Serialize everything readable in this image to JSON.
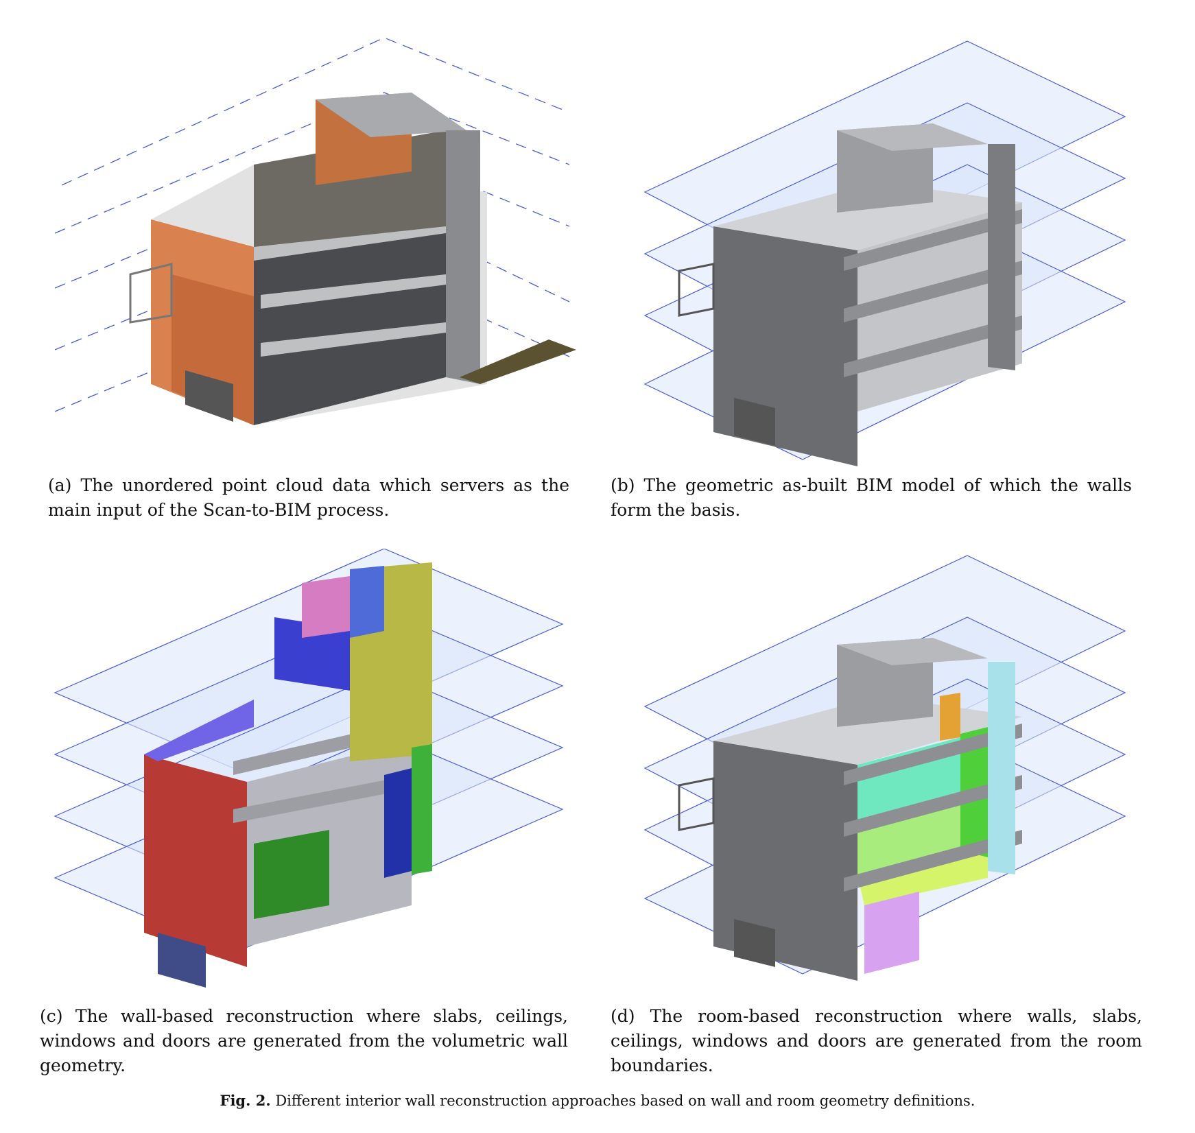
{
  "panels": [
    {
      "id": "a",
      "caption": "(a) The unordered point cloud data which servers as the main input of the Scan-to-BIM process."
    },
    {
      "id": "b",
      "caption": "(b) The geometric as-built BIM model of which the walls form the basis."
    },
    {
      "id": "c",
      "caption": "(c) The wall-based reconstruction where slabs, ceilings, windows and doors are generated from the volumetric wall geometry."
    },
    {
      "id": "d",
      "caption": "(d) The room-based reconstruction where walls, slabs, ceilings, windows and doors are generated from the room boundaries."
    }
  ],
  "figure": {
    "label": "Fig. 2.",
    "caption": "Different interior wall reconstruction approaches based on wall and room geometry definitions."
  },
  "colors": {
    "grid_line": "#4a5bd8",
    "grid_plane": "#dbe6fb",
    "concrete": "#9a9ca3",
    "brick": "#c87a4a",
    "room_cyan": "#6fe8c0",
    "room_green": "#a7ec7c",
    "room_yellow": "#d6f46a",
    "room_violet": "#d7a3f0",
    "wall_red": "#b73b34",
    "wall_blue": "#3a3fd0",
    "wall_olive": "#b7b845"
  }
}
